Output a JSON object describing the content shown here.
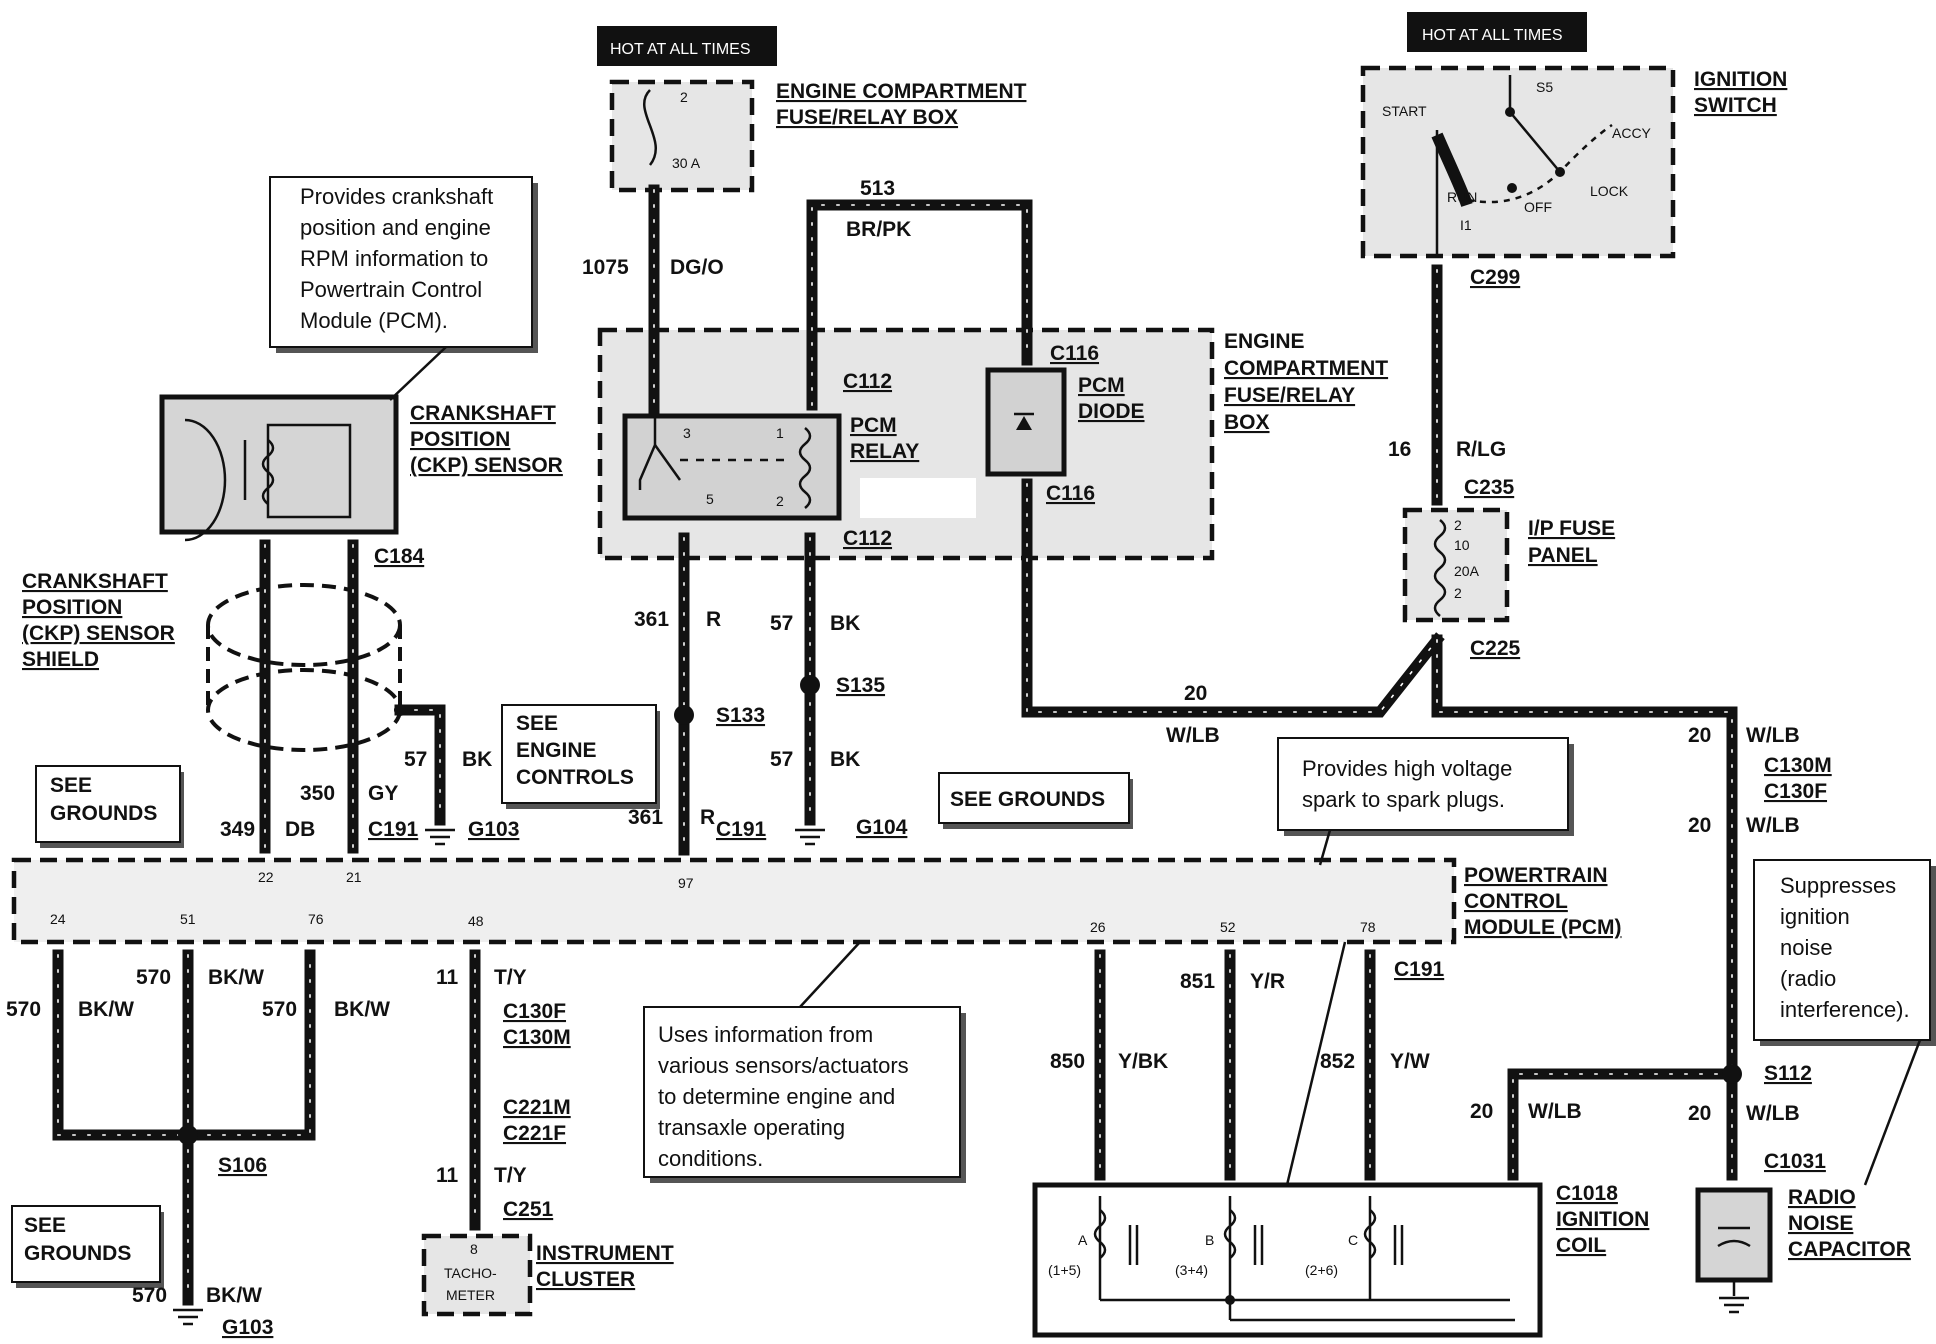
{
  "hot_labels": [
    "HOT AT ALL TIMES",
    "HOT AT ALL TIMES"
  ],
  "components": {
    "engine_fuse_box_top": [
      "ENGINE COMPARTMENT",
      "FUSE/RELAY  BOX"
    ],
    "engine_fuse_box_mid": [
      "ENGINE",
      "COMPARTMENT",
      "FUSE/RELAY",
      "BOX"
    ],
    "ignition_switch": [
      "IGNITION",
      "SWITCH"
    ],
    "ckp_sensor": [
      "CRANKSHAFT",
      "POSITION",
      "(CKP) SENSOR"
    ],
    "ckp_shield": [
      "CRANKSHAFT",
      "POSITION",
      "(CKP) SENSOR",
      "SHIELD"
    ],
    "pcm_relay": [
      "PCM",
      "RELAY"
    ],
    "pcm_diode": [
      "PCM",
      "DIODE"
    ],
    "ip_fuse_panel": [
      "I/P FUSE",
      "PANEL"
    ],
    "pcm": [
      "POWERTRAIN",
      "CONTROL",
      "MODULE (PCM)"
    ],
    "ignition_coil": [
      "IGNITION",
      "COIL"
    ],
    "radio_capacitor": [
      "RADIO",
      "NOISE",
      "CAPACITOR"
    ],
    "instrument_cluster": [
      "INSTRUMENT",
      "CLUSTER"
    ]
  },
  "see_boxes": {
    "grounds_left": [
      "SEE",
      "GROUNDS"
    ],
    "grounds_bottom": [
      "SEE",
      "GROUNDS"
    ],
    "grounds_mid": [
      "SEE GROUNDS"
    ],
    "engine_controls": [
      "SEE",
      "ENGINE",
      "CONTROLS"
    ]
  },
  "callouts": {
    "ckp": [
      "Provides crankshaft",
      "position and engine",
      "RPM information to",
      "Powertrain Control",
      "Module (PCM)."
    ],
    "spark": [
      "Provides high voltage",
      "spark to spark plugs."
    ],
    "pcm_info": [
      "Uses information from",
      "various sensors/actuators",
      "to determine engine and",
      "transaxle operating",
      "conditions."
    ],
    "suppress": [
      "Suppresses",
      "ignition",
      "noise",
      "(radio",
      "interference)."
    ]
  },
  "connectors": {
    "c112_top": "C112",
    "c112_bot": "C112",
    "c116_top": "C116",
    "c116_bot": "C116",
    "c299": "C299",
    "c235": "C235",
    "c225": "C225",
    "c184": "C184",
    "c191_left": "C191",
    "c191_mid": "C191",
    "c191_right": "C191",
    "c130m_r": "C130M",
    "c130f_r": "C130F",
    "c130f_l": "C130F",
    "c130m_l": "C130M",
    "c221m": "C221M",
    "c221f": "C221F",
    "c251": "C251",
    "c1018": "C1018",
    "c1031": "C1031"
  },
  "splices": {
    "s133": "S133",
    "s135": "S135",
    "s106": "S106",
    "s112": "S112"
  },
  "grounds": {
    "g103_a": "G103",
    "g104": "G104",
    "g103_b": "G103"
  },
  "wire_labels": {
    "w1075": "1075",
    "dgo": "DG/O",
    "w513": "513",
    "brpk": "BR/PK",
    "w361a": "361",
    "r_a": "R",
    "w361b": "361",
    "r_b": "R",
    "w57a": "57",
    "bk_a": "BK",
    "w57b": "57",
    "bk_b": "BK",
    "w57c": "57",
    "bk_c": "BK",
    "w16": "16",
    "rlg": "R/LG",
    "w20a": "20",
    "wlb_a": "W/LB",
    "w20b": "20",
    "wlb_b": "W/LB",
    "w20c": "20",
    "wlb_c": "W/LB",
    "w20d": "20",
    "wlb_d": "W/LB",
    "w20e": "20",
    "wlb_e": "W/LB",
    "w350": "350",
    "gy": "GY",
    "w349": "349",
    "db": "DB",
    "w570a": "570",
    "bkw_a": "BK/W",
    "w570b": "570",
    "bkw_b": "BK/W",
    "w570c": "570",
    "bkw_c": "BK/W",
    "w570d": "570",
    "bkw_d": "BK/W",
    "w11a": "11",
    "ty_a": "T/Y",
    "w11b": "11",
    "ty_b": "T/Y",
    "w850": "850",
    "ybk": "Y/BK",
    "w851": "851",
    "yr": "Y/R",
    "w852": "852",
    "yw": "Y/W"
  },
  "pins": {
    "fuse_top": [
      "2",
      "30 A"
    ],
    "relay": [
      "3",
      "1",
      "5",
      "2"
    ],
    "ip_fuse": [
      "2",
      "10",
      "20A",
      "2"
    ],
    "pcm": [
      "22",
      "21",
      "97",
      "24",
      "51",
      "76",
      "48",
      "26",
      "52",
      "78"
    ],
    "coil": [
      "A",
      "(1+5)",
      "B",
      "(3+4)",
      "C",
      "(2+6)"
    ],
    "tach": [
      "8",
      "TACHO-",
      "METER"
    ]
  },
  "ignition_positions": {
    "start": "START",
    "s5": "S5",
    "accy": "ACCY",
    "run": "RUN",
    "off": "OFF",
    "lock": "LOCK",
    "i1": "I1"
  }
}
